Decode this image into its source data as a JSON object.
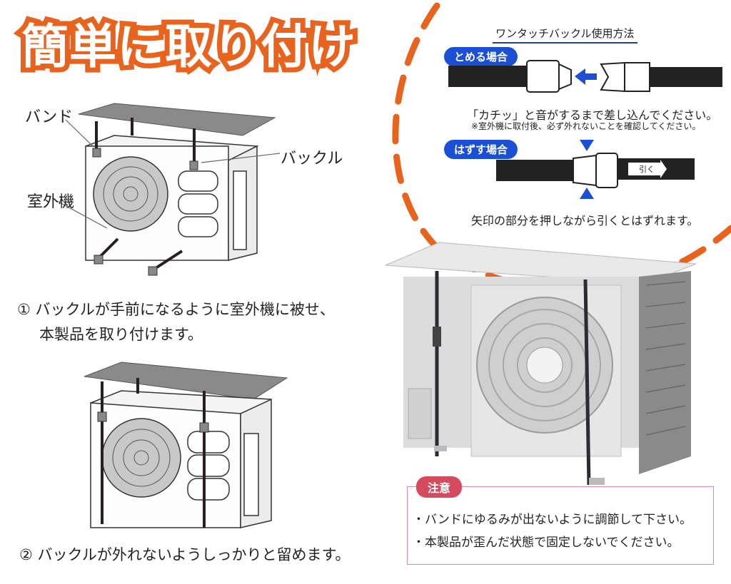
{
  "title": "簡単に取り付け",
  "labels": {
    "band": "バンド",
    "buckle": "バックル",
    "outdoor_unit": "室外機"
  },
  "steps": {
    "step1_line1": "① バックルが手前になるように室外機に被せ、",
    "step1_line2": "本製品を取り付けます。",
    "step2": "② バックルが外れないようしっかりと留めます。"
  },
  "usage": {
    "title": "ワンタッチバックル使用方法",
    "fasten_label": "とめる場合",
    "fasten_text": "「カチッ」と音がするまで差し込んでください。",
    "fasten_note": "※室外機に取付後、必ず外れないことを確認してください。",
    "release_label": "はずす場合",
    "pull_label": "引く",
    "release_text": "矢印の部分を押しながら引くとはずれます。"
  },
  "notice": {
    "tag": "注意",
    "items": [
      "・バンドにゆるみが出ないように調節して下さい。",
      "・本製品が歪んだ状態で固定しないでください。"
    ]
  },
  "colors": {
    "orange": "#e8641e",
    "blue": "#1b4fd6",
    "pink": "#d64a5e"
  }
}
